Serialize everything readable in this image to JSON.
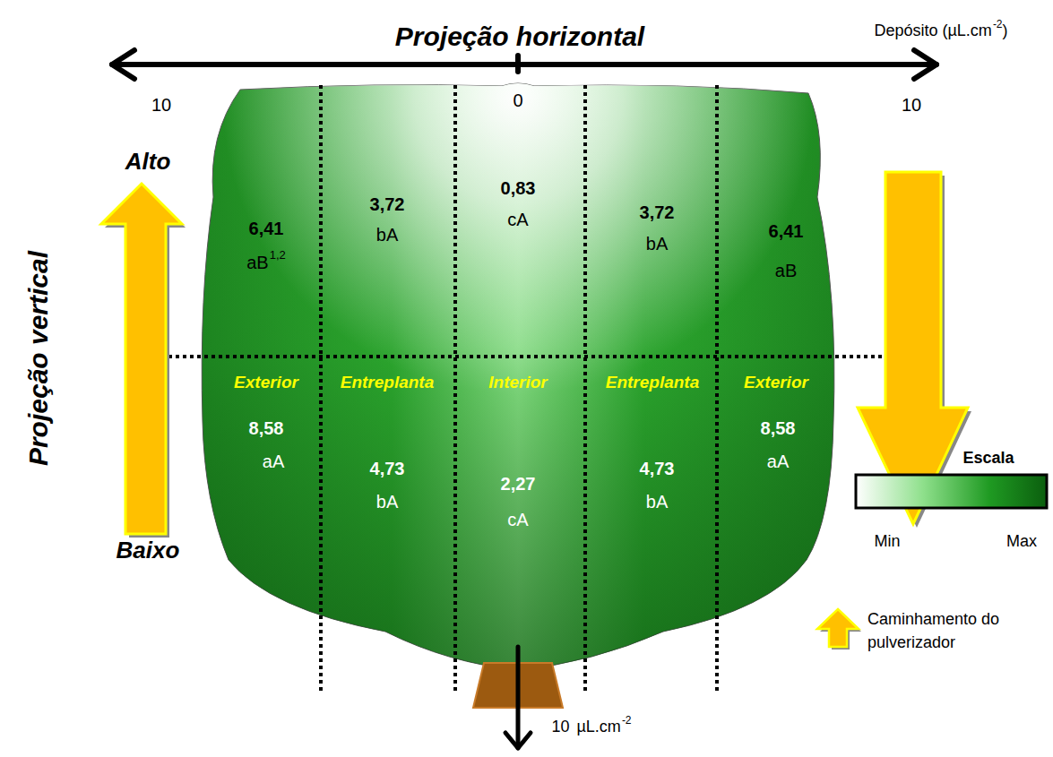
{
  "diagram": {
    "labels": [
      "Projeção horizontal",
      "Depósito (µL.cm",
      "-2",
      ")",
      "10",
      "0",
      "10",
      "Alto",
      "Baixo",
      "Projeção vertical",
      "6,41",
      "aB",
      "1,2",
      "3,72",
      "bA",
      "0,83",
      "cA",
      "3,72",
      "bA",
      "6,41",
      "aB",
      "Exterior",
      "Entreplanta",
      "Interior",
      "Entreplanta",
      "Exterior",
      "8,58",
      "aA",
      "4,73",
      "bA",
      "2,27",
      "cA",
      "4,73",
      "bA",
      "8,58",
      "aA",
      "Escala",
      "Min",
      "Max",
      "10",
      "µL.cm",
      "-2"
    ],
    "legend": [
      {
        "text": "Caminhamento do pulverizador"
      }
    ]
  }
}
